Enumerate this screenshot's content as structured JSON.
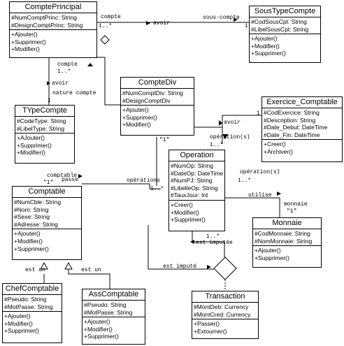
{
  "classes": {
    "comptePrincipal": {
      "name": "ComptePrincipal",
      "attributes": [
        "#NumComptPrinc: String",
        "#DesignComptPrinc: String"
      ],
      "methods": [
        "+Ajouter()",
        "+Supprimer()",
        "+Modifier()"
      ]
    },
    "sousTypeCompte": {
      "name": "SousTypeCompte",
      "attributes": [
        "#CodSousCpt: String",
        "#LibelSousCpt: String"
      ],
      "methods": [
        "+Ajouter()",
        "+Modifier()",
        "+Supprimer()"
      ]
    },
    "compteDiv": {
      "name": "CompteDiv",
      "attributes": [
        "#NumComptDiv: String",
        "#DesignComptDiv"
      ],
      "methods": [
        "+Ajouter()",
        "+Supprimer()",
        "+Modifier()"
      ]
    },
    "typeCompte": {
      "name": "TYpeCompte",
      "attributes": [
        "#CodeType: String",
        "#LibelType: String"
      ],
      "methods": [
        "+AJouter()",
        "+Supprimer()",
        "+Modifier()"
      ]
    },
    "exerciceComptable": {
      "name": "Exercice_Comptable",
      "attributes": [
        "#CodExercice: String",
        "#Description: String",
        "#Date_Debut: DateTime",
        "#Date_Fin: DateTime"
      ],
      "methods": [
        "+Creer()",
        "+Archiver()"
      ]
    },
    "operation": {
      "name": "Operation",
      "attributes": [
        "#NumOp: String",
        "#DateOp: DateTime",
        "#NumPJ: String",
        "#LibelleOp: String",
        "#TauxJour: Int"
      ],
      "methods": [
        "+Creer()",
        "+Modifier()",
        "+Supprimer()"
      ]
    },
    "comptable": {
      "name": "Comptable",
      "attributes": [
        "#NumCble: String",
        "#Nom: String",
        "#Sexe: String",
        "#Adresse: String"
      ],
      "methods": [
        "+Ajouter()",
        "+Modifier()",
        "+Supprimer()"
      ]
    },
    "monnaie": {
      "name": "Monnaie",
      "attributes": [
        "#CodMonnaie: String",
        "#NomMonnaie: String"
      ],
      "methods": [
        "+Ajouter()",
        "+Supprimer()"
      ]
    },
    "chefComptable": {
      "name": "ChefComptable",
      "attributes": [
        "#Pseudo: String",
        "#MotPasse: String"
      ],
      "methods": [
        "+Ajouter()",
        "+Modifier()",
        "+Supprimer()"
      ]
    },
    "assComptable": {
      "name": "AssComptable",
      "attributes": [
        "#Pseudo: String",
        "#MotPasse: String"
      ],
      "methods": [
        "+Ajouter()",
        "+Modifier()",
        "+Supprimer()"
      ]
    },
    "transaction": {
      "name": "Transaction",
      "attributes": [
        "#MontDeb: Currency",
        "#MontCred: Currency"
      ],
      "methods": [
        "+Passer()",
        "+Extourner()"
      ]
    }
  },
  "labels": {
    "compte": "compte",
    "mult_1": "1",
    "mult_1n_a": "1..*",
    "avoir_a": "avoir",
    "sous_compte": "sous-compte",
    "compte2": "compte",
    "mult_1n_b": "1..*",
    "avoir_b": "avoir",
    "nature_compte": "nature compte",
    "mult_1_b": "1",
    "mult_1_c": "1",
    "avoir_c": "avoir",
    "mult_1n_c": "1..*",
    "operations_s": "opération(s)",
    "mult_1_quote": "\"1\"",
    "operations_s2": "opération(s)",
    "mult_1n_d": "1..*",
    "utilise": "utilise",
    "monnaie_role": "monnaie",
    "mult_1_e": "\"1\"",
    "comptable_role": "comptable",
    "passe": "passe",
    "mult_1_f": "\"1\"",
    "operations": "opérations",
    "mult_1n_e": "1..*",
    "est_un_a": "est un",
    "est_un_b": "est un",
    "mult_1n_f": "1..*",
    "est_imputee": "est imputée",
    "est_impute": "est imputé"
  }
}
